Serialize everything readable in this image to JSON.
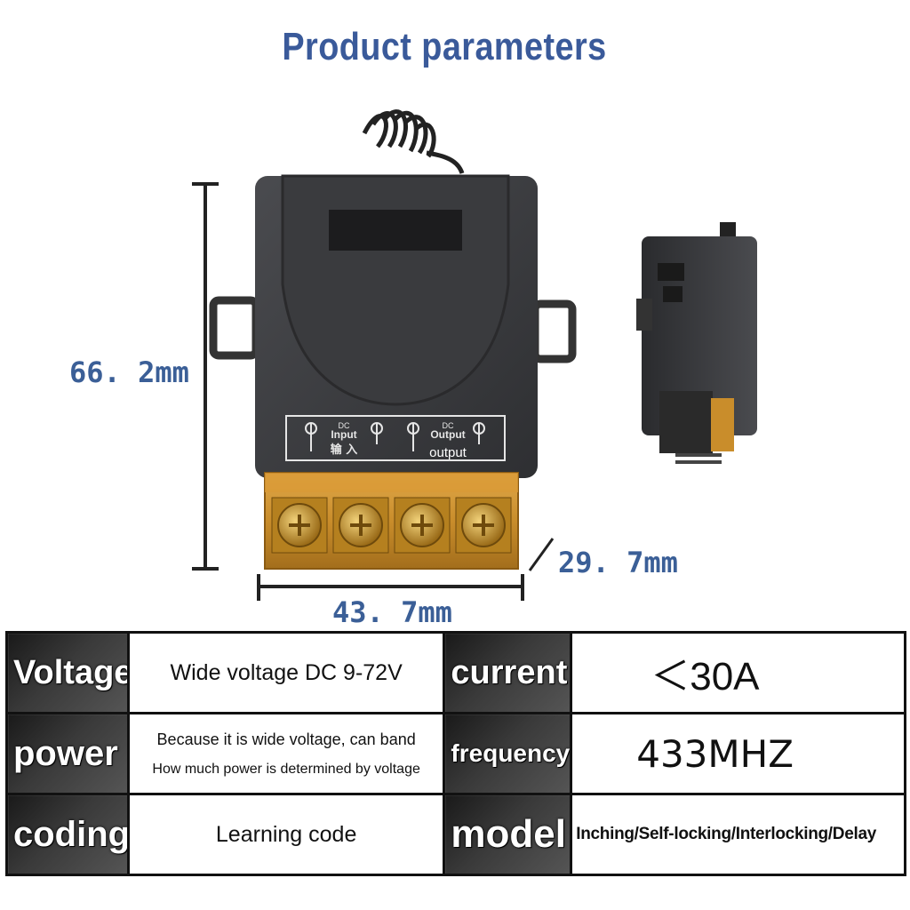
{
  "title": "Product parameters",
  "dimensions": {
    "height": "66. 2mm",
    "width": "43. 7mm",
    "depth": "29. 7mm"
  },
  "device": {
    "terminal_labels": {
      "dc_input_top": "DC",
      "dc_input": "Input",
      "dc_input_cn": "输 入",
      "dc_output_top": "DC",
      "dc_output": "Output",
      "output_overlay": "output"
    }
  },
  "specs": {
    "voltage_label": "Voltage",
    "voltage_value": "Wide voltage DC 9-72V",
    "current_label": "current",
    "current_value": "＜30A",
    "power_label": "power",
    "power_value_line1": "Because it is wide voltage, can band",
    "power_value_line2": "How much power is determined by voltage",
    "frequency_label": "frequency",
    "frequency_value": "433MHZ",
    "coding_label": "coding",
    "coding_value": "Learning code",
    "model_label": "model",
    "model_value": "Inching/Self-locking/Interlocking/Delay"
  },
  "colors": {
    "title": "#3a5a9a",
    "dimension_text": "#3b5f97",
    "housing": "#3c3d40",
    "terminal_strip": "#c8922a"
  }
}
